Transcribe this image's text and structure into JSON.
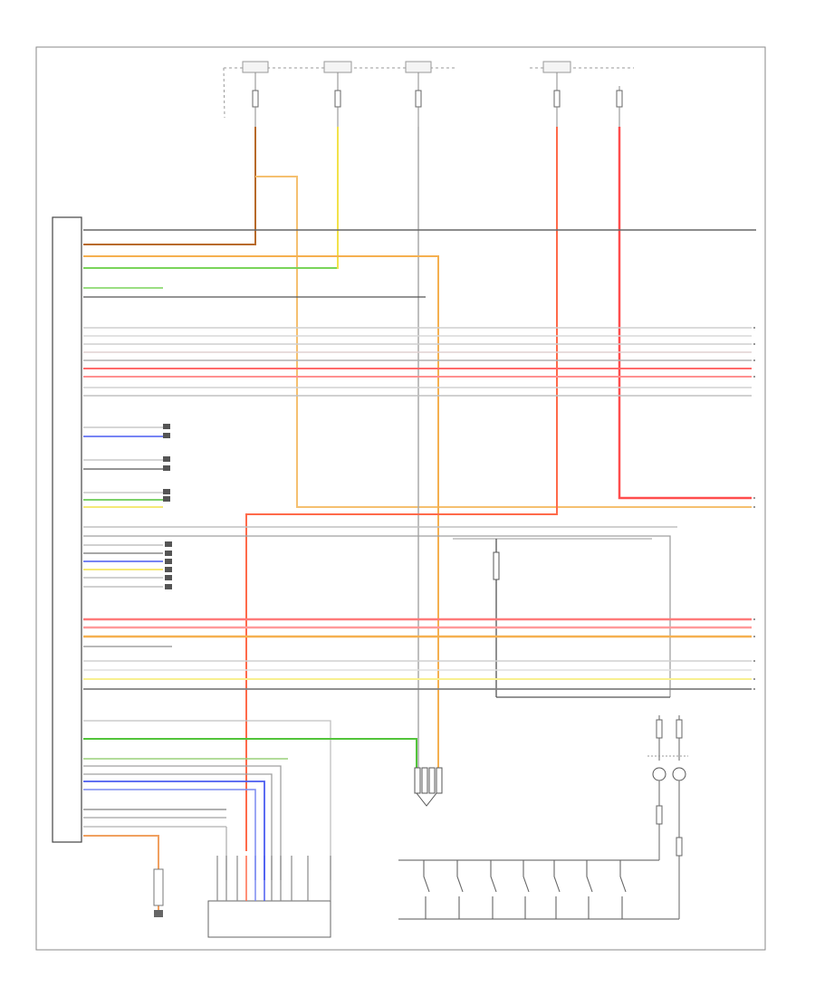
{
  "diagram": {
    "footer_label": "",
    "top_sources": [
      {
        "id": "f1",
        "label_lines": [
          "",
          ""
        ],
        "fuse_label_lines": [
          "",
          "",
          ""
        ]
      },
      {
        "id": "f2",
        "label_lines": [
          "",
          ""
        ],
        "fuse_label_lines": [
          "",
          "",
          ""
        ]
      },
      {
        "id": "f3",
        "label_lines": [
          "",
          ""
        ],
        "fuse_label_lines": [
          "",
          "",
          ""
        ]
      },
      {
        "id": "f4",
        "label_lines": [
          "",
          ""
        ],
        "fuse_label_lines": [
          "",
          "",
          ""
        ]
      },
      {
        "id": "f5",
        "label_lines": [],
        "fuse_label_lines": [
          "",
          "",
          ""
        ]
      }
    ],
    "module_label_lines": [
      "",
      ""
    ],
    "bottom_switch_labels": [
      "",
      "",
      "",
      "",
      "",
      "",
      ""
    ],
    "bottom_ground_labels": [
      "",
      "",
      "",
      "",
      "",
      "",
      "",
      ""
    ],
    "right_notes": [
      "",
      ""
    ],
    "connector_labels": [
      "",
      ""
    ],
    "wire_colors": {
      "red": "#ff4d4d",
      "orange": "#f5a04a",
      "yellow": "#f2e24a",
      "green": "#52c43a",
      "blue": "#4a5cf0",
      "brown": "#b86a2a",
      "gray": "#b8b8b8",
      "dark": "#505050",
      "light_orange": "#ffd08a",
      "pink": "#ffb0b0"
    }
  }
}
